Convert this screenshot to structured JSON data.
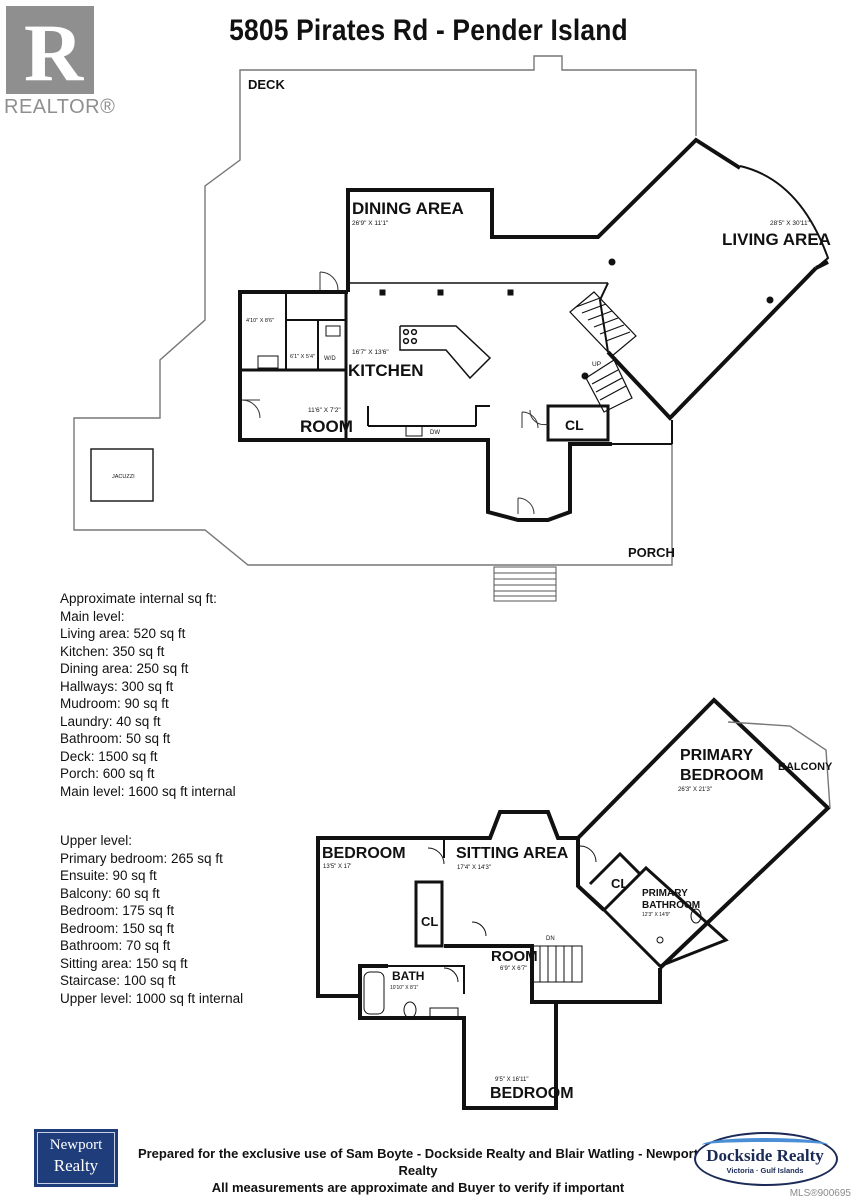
{
  "title": "5805 Pirates Rd - Pender Island",
  "logo": {
    "word": "REALTOR",
    "reg": "®",
    "letter": "R"
  },
  "main_level": {
    "labels": {
      "deck": "DECK",
      "dining_area": "DINING AREA",
      "dining_dim": "26'9\" X 11'1\"",
      "living_area": "LIVING AREA",
      "living_dim": "28'5\" X 30'11\"",
      "kitchen": "KITCHEN",
      "kitchen_dim": "16'7\" X 13'6\"",
      "room": "ROOM",
      "room_dim": "11'6\" X 7'2\"",
      "laundry_dim": "4'10\" X 8'6\"",
      "bath_dim": "6'1\" X 5'4\"",
      "wd": "W/D",
      "dw": "DW",
      "up": "UP",
      "cl": "CL",
      "jacuzzi": "JACUZZI",
      "porch": "PORCH"
    }
  },
  "upper_level": {
    "labels": {
      "primary_bedroom_1": "PRIMARY",
      "primary_bedroom_2": "BEDROOM",
      "primary_bedroom_dim": "26'3\" X 21'3\"",
      "balcony": "BALCONY",
      "bedroom_1": "BEDROOM",
      "bedroom_1_dim": "13'5\" X 17'",
      "sitting_area": "SITTING AREA",
      "sitting_area_dim": "17'4\" X 14'3\"",
      "cl_1": "CL",
      "cl_2": "CL",
      "primary_bath_1": "PRIMARY",
      "primary_bath_2": "BATHROOM",
      "primary_bath_dim": "12'3\" X 14'9\"",
      "room": "ROOM",
      "room_dim": "6'9\" X 6'7\"",
      "bath": "BATH",
      "bath_dim": "10'10\" X 8'1\"",
      "dn": "DN",
      "bedroom_2": "BEDROOM",
      "bedroom_2_dim": "9'5\" X 16'11\""
    }
  },
  "main_notes": [
    "Approximate internal sq ft:",
    "Main level:",
    "Living area: 520 sq ft",
    "Kitchen: 350 sq ft",
    "Dining area: 250 sq ft",
    "Hallways: 300 sq ft",
    "Mudroom: 90 sq ft",
    "Laundry: 40 sq ft",
    "Bathroom: 50 sq ft",
    "Deck: 1500 sq ft",
    "Porch: 600 sq ft",
    "Main level: 1600 sq ft internal"
  ],
  "upper_notes": [
    "Upper level:",
    "Primary bedroom: 265 sq ft",
    "Ensuite: 90 sq ft",
    "Balcony: 60 sq ft",
    "Bedroom: 175 sq ft",
    "Bedroom: 150 sq ft",
    "Bathroom: 70 sq ft",
    "Sitting area: 150 sq ft",
    "Staircase: 100 sq ft",
    "Upper level: 1000 sq ft internal"
  ],
  "footer": {
    "line1": "Prepared for the exclusive use of Sam Boyte - Dockside Realty and Blair Watling - Newport Realty",
    "line2": "All measurements are approximate and Buyer to verify if important"
  },
  "newport": {
    "line1": "Newport",
    "line2": "Realty"
  },
  "dockside": {
    "name": "Dockside Realty",
    "sub": "Victoria · Gulf Islands"
  },
  "mls": "MLS®900695"
}
